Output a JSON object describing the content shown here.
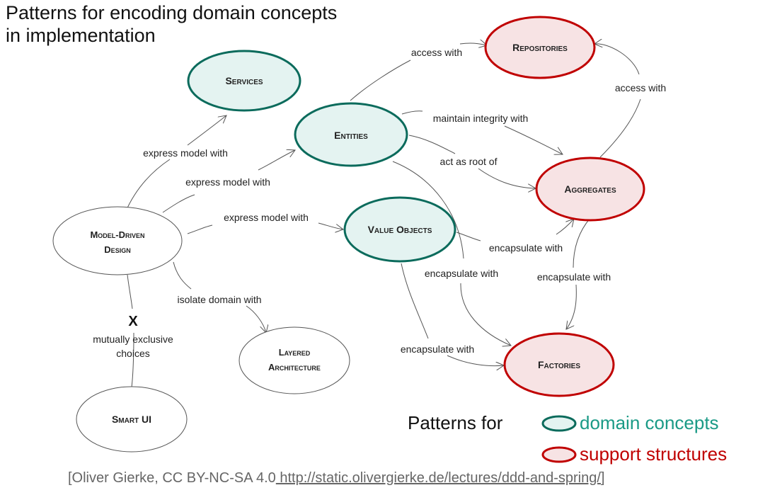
{
  "title_lines": [
    "Patterns for encoding domain concepts",
    "in implementation"
  ],
  "colors": {
    "domain_stroke": "#0b6b5c",
    "domain_fill": "#e4f3f1",
    "support_stroke": "#c00000",
    "support_fill": "#f7e3e4",
    "plain_stroke": "#555555",
    "domain_text": "#1a9a86",
    "support_text": "#c00000"
  },
  "nodes": {
    "services": {
      "lines": [
        "Services"
      ],
      "kind": "domain"
    },
    "entities": {
      "lines": [
        "Entities"
      ],
      "kind": "domain"
    },
    "value_objects": {
      "lines": [
        "Value Objects"
      ],
      "kind": "domain"
    },
    "repositories": {
      "lines": [
        "Repositories"
      ],
      "kind": "support"
    },
    "aggregates": {
      "lines": [
        "Aggregates"
      ],
      "kind": "support"
    },
    "factories": {
      "lines": [
        "Factories"
      ],
      "kind": "support"
    },
    "model_driven_design": {
      "lines": [
        "Model-Driven",
        "Design"
      ],
      "kind": "plain"
    },
    "layered_architecture": {
      "lines": [
        "Layered",
        "Architecture"
      ],
      "kind": "plain"
    },
    "smart_ui": {
      "lines": [
        "Smart UI"
      ],
      "kind": "plain"
    }
  },
  "edges": [
    {
      "from": "model_driven_design",
      "to": "services",
      "label": "express model with"
    },
    {
      "from": "model_driven_design",
      "to": "entities",
      "label": "express model with"
    },
    {
      "from": "model_driven_design",
      "to": "value_objects",
      "label": "express model with"
    },
    {
      "from": "model_driven_design",
      "to": "layered_architecture",
      "label": "isolate domain with"
    },
    {
      "from": "model_driven_design",
      "to": "smart_ui",
      "label": "mutually exclusive choices",
      "marker": "X"
    },
    {
      "from": "entities",
      "to": "repositories",
      "label": "access with"
    },
    {
      "from": "entities",
      "to": "aggregates",
      "label": "maintain integrity with"
    },
    {
      "from": "entities",
      "to": "aggregates",
      "label": "act as root of"
    },
    {
      "from": "aggregates",
      "to": "repositories",
      "label": "access with"
    },
    {
      "from": "value_objects",
      "to": "aggregates",
      "label": "encapsulate with"
    },
    {
      "from": "entities",
      "to": "factories",
      "label": "encapsulate with"
    },
    {
      "from": "aggregates",
      "to": "factories",
      "label": "encapsulate with"
    },
    {
      "from": "value_objects",
      "to": "factories",
      "label": "encapsulate with"
    }
  ],
  "exclusive_marker": "X",
  "exclusive_label_lines": [
    "mutually exclusive",
    "choices"
  ],
  "legend": {
    "title": "Patterns for",
    "items": [
      {
        "label": "domain concepts",
        "kind": "domain"
      },
      {
        "label": "support structures",
        "kind": "support"
      }
    ]
  },
  "footer": {
    "prefix": "[Oliver Gierke, CC BY-NC-SA 4.0",
    "link": " http://static.olivergierke.de/lectures/ddd-and-spring/",
    "suffix": "]"
  }
}
